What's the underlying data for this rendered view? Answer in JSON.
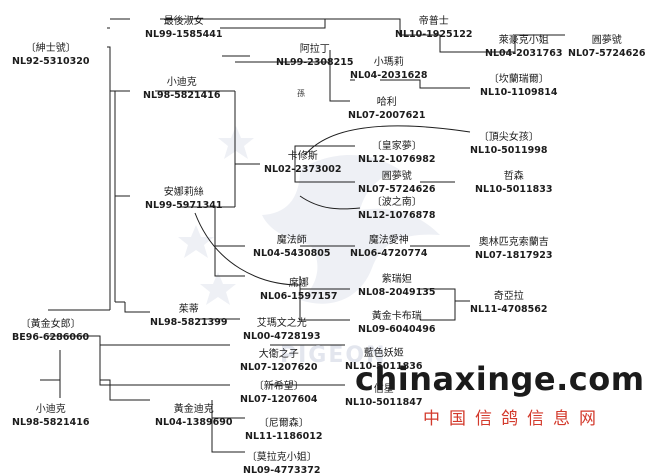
{
  "tags": {
    "sun": "孫"
  },
  "watermark": {
    "faint": "PIGEON",
    "site": "chinaxinge.com",
    "cn": "中国信鸽信息网"
  },
  "colors": {
    "line": "#1e1e1e",
    "text": "#1c1c1c",
    "watermark_cn": "#d33a2c",
    "emblem": "#eef0f5"
  },
  "nodes": {
    "n01": {
      "name": "〔紳士號〕",
      "ring": "NL92-5310320"
    },
    "n02": {
      "name": "最後淑女",
      "ring": "NL99-1585441"
    },
    "n03": {
      "name": "小迪克",
      "ring": "NL98-5821416"
    },
    "n04": {
      "name": "帝普士",
      "ring": "NL10-1925122"
    },
    "n05": {
      "name": "萊豪克小姐",
      "ring": "NL04-2031763"
    },
    "n06": {
      "name": "圓夢號",
      "ring": "NL07-5724626"
    },
    "n07": {
      "name": "阿拉丁",
      "ring": "NL99-2308215"
    },
    "n08": {
      "name": "小瑪莉",
      "ring": "NL04-2031628"
    },
    "n09": {
      "name": "〔坎蘭瑞爾〕",
      "ring": "NL10-1109814"
    },
    "n10": {
      "name": "哈利",
      "ring": "NL07-2007621"
    },
    "n11": {
      "name": "〔頂尖女孩〕",
      "ring": "NL10-5011998"
    },
    "n12": {
      "name": "卡修斯",
      "ring": "NL02-2373002"
    },
    "n13": {
      "name": "〔皇家夢〕",
      "ring": "NL12-1076982"
    },
    "n14": {
      "name": "圓夢號",
      "ring": "NL07-5724626"
    },
    "n15": {
      "name": "哲森",
      "ring": "NL10-5011833"
    },
    "n16": {
      "name": "〔波之南〕",
      "ring": "NL12-1076878"
    },
    "n17": {
      "name": "安娜莉絲",
      "ring": "NL99-5971341"
    },
    "n18": {
      "name": "魔法師",
      "ring": "NL04-5430805"
    },
    "n19": {
      "name": "魔法愛神",
      "ring": "NL06-4720774"
    },
    "n20": {
      "name": "奧林匹克索蘭吉",
      "ring": "NL07-1817923"
    },
    "n21": {
      "name": "席娜",
      "ring": "NL06-1597157"
    },
    "n22": {
      "name": "紫瑞妲",
      "ring": "NL08-2049135"
    },
    "n23": {
      "name": "黃金卡布瑞",
      "ring": "NL09-6040496"
    },
    "n24": {
      "name": "奇亞拉",
      "ring": "NL11-4708562"
    },
    "n25": {
      "name": "茱蒂",
      "ring": "NL98-5821399"
    },
    "n26": {
      "name": "艾瑪文之光",
      "ring": "NL00-4728193"
    },
    "n27": {
      "name": "〔黃金女郎〕",
      "ring": "BE96-6286060"
    },
    "n28": {
      "name": "大衛之子",
      "ring": "NL07-1207620"
    },
    "n29": {
      "name": "藍色妖姬",
      "ring": "NL10-5011836"
    },
    "n30": {
      "name": "〔新希望〕",
      "ring": "NL07-1207604"
    },
    "n31": {
      "name": "信星",
      "ring": "NL10-5011847"
    },
    "n32": {
      "name": "小迪克",
      "ring": "NL98-5821416"
    },
    "n33": {
      "name": "黃金迪克",
      "ring": "NL04-1389690"
    },
    "n34": {
      "name": "〔尼爾森〕",
      "ring": "NL11-1186012"
    },
    "n35": {
      "name": "〔莫拉克小姐〕",
      "ring": "NL09-4773372"
    }
  }
}
